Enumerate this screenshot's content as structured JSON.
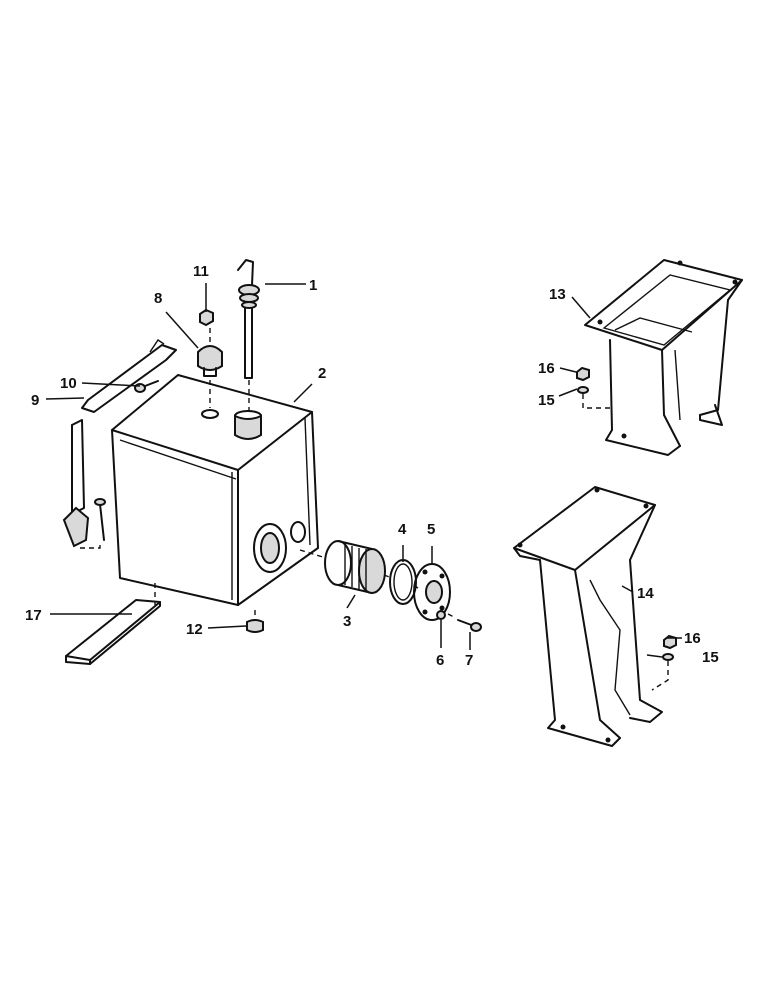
{
  "callouts": {
    "c1": "1",
    "c2": "2",
    "c3": "3",
    "c4": "4",
    "c5": "5",
    "c6": "6",
    "c7": "7",
    "c8": "8",
    "c9": "9",
    "c10": "10",
    "c11": "11",
    "c12": "12",
    "c13": "13",
    "c14": "14",
    "c15a": "15",
    "c15b": "15",
    "c16a": "16",
    "c16b": "16",
    "c17": "17"
  },
  "colors": {
    "line": "#111111",
    "background": "#ffffff",
    "shade": "#d9d9d9"
  }
}
